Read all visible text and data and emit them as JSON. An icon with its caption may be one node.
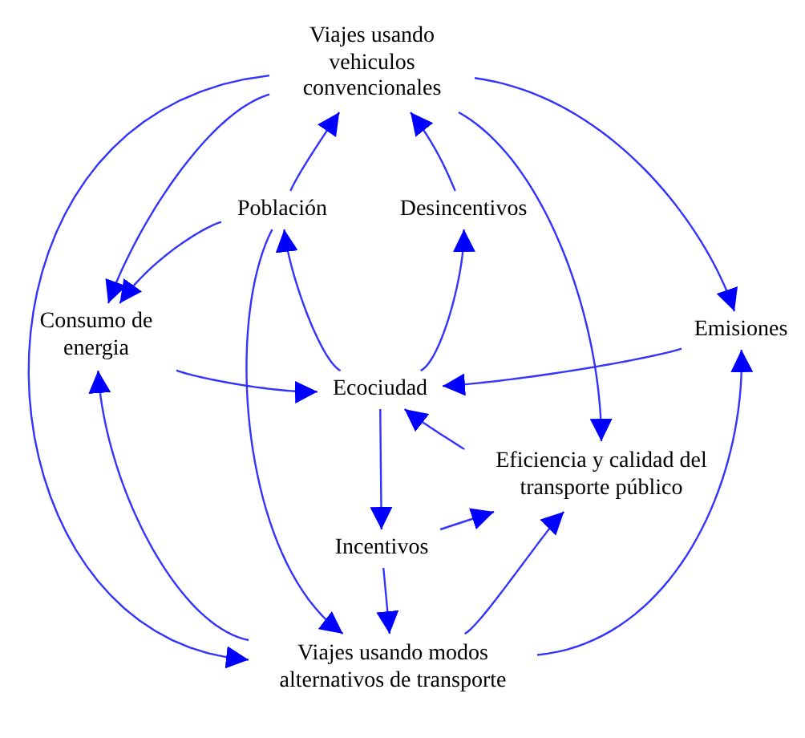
{
  "diagram": {
    "nodes": [
      {
        "text": [
          "Viajes usando vehiculos convencionales"
        ]
      },
      {
        "text": [
          "Población"
        ]
      },
      {
        "text": [
          "Desincentivos"
        ]
      },
      {
        "text": [
          "Consumo de energia"
        ]
      },
      {
        "text": [
          "Emisiones"
        ]
      },
      {
        "text": [
          "Ecociudad"
        ]
      },
      {
        "text": [
          "Eficiencia y calidad del transporte público"
        ]
      },
      {
        "text": [
          "Incentivos"
        ]
      },
      {
        "text": [
          "Viajes usando modos alternativos de transporte"
        ]
      }
    ],
    "edges": [
      {
        "from": 0,
        "to": 8,
        "arrow": "to"
      },
      {
        "from": 0,
        "to": 3,
        "arrow": "to"
      },
      {
        "from": 1,
        "to": 3,
        "arrow": "to"
      },
      {
        "from": 1,
        "to": 0,
        "arrow": "to"
      },
      {
        "from": 5,
        "to": 1,
        "arrow": "to"
      },
      {
        "from": 1,
        "to": 8,
        "arrow": "to"
      },
      {
        "from": 2,
        "to": 0,
        "arrow": "to"
      },
      {
        "from": 5,
        "to": 2,
        "arrow": "to"
      },
      {
        "from": 0,
        "to": 4,
        "arrow": "to"
      },
      {
        "from": 0,
        "to": 6,
        "arrow": "to"
      },
      {
        "from": 4,
        "to": 5,
        "arrow": "to"
      },
      {
        "from": 3,
        "to": 5,
        "arrow": "to"
      },
      {
        "from": 5,
        "to": 7,
        "arrow": "to"
      },
      {
        "from": 7,
        "to": 8,
        "arrow": "to"
      },
      {
        "from": 7,
        "to": 6,
        "arrow": "to"
      },
      {
        "from": 6,
        "to": 5,
        "arrow": "to"
      },
      {
        "from": 8,
        "to": 6,
        "arrow": "to"
      },
      {
        "from": 8,
        "to": 4,
        "arrow": "to"
      },
      {
        "from": 8,
        "to": 3,
        "arrow": "to"
      }
    ]
  }
}
